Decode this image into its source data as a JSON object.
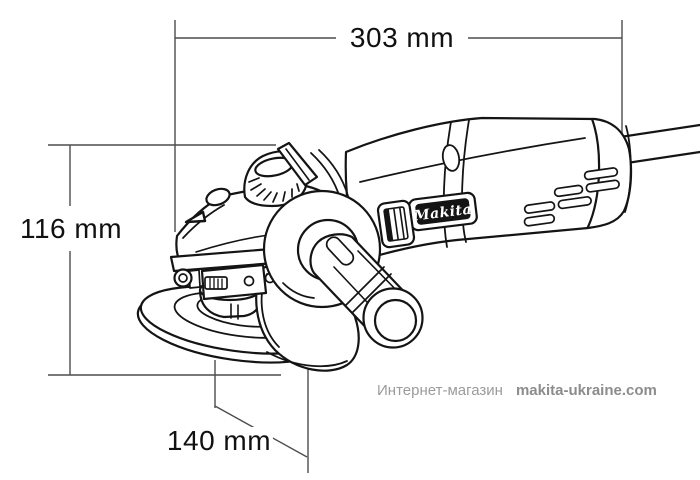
{
  "page": {
    "background_color": "#ffffff"
  },
  "dimensions": {
    "overall_length": {
      "label": "303 mm"
    },
    "body_height": {
      "label": "116 mm"
    },
    "disc_diameter": {
      "label": "140 mm"
    }
  },
  "logo": {
    "text": "Makita"
  },
  "watermark": {
    "prefix": "Интернет-магазин",
    "site": "makita-ukraine.com"
  },
  "colors": {
    "drawing_line": "#141414",
    "dimension_line": "#4d4d4d",
    "dimension_text": "#111111",
    "logo_badge_fill": "#141414",
    "logo_text_fill": "#ffffff",
    "watermark_prefix": "#9b9b9b",
    "watermark_site": "#8c8c8c"
  }
}
